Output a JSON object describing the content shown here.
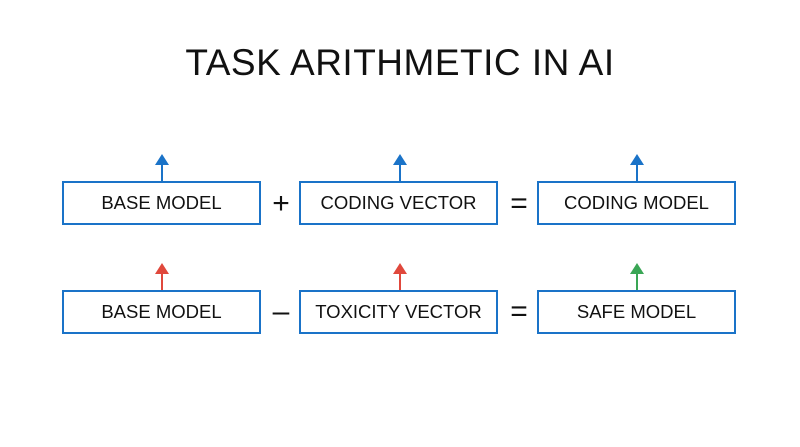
{
  "title": "TASK ARITHMETIC IN AI",
  "colors": {
    "box_border": "#1a73c8",
    "arrow_blue": "#1a73c8",
    "arrow_red": "#e0483c",
    "arrow_green": "#3aa655"
  },
  "rows": [
    {
      "boxes": [
        {
          "label": "BASE MODEL",
          "arrow_color": "blue"
        },
        {
          "label": "CODING VECTOR",
          "arrow_color": "blue"
        },
        {
          "label": "CODING MODEL",
          "arrow_color": "blue"
        }
      ],
      "operator": "+",
      "equals": "="
    },
    {
      "boxes": [
        {
          "label": "BASE MODEL",
          "arrow_color": "red"
        },
        {
          "label": "TOXICITY VECTOR",
          "arrow_color": "red"
        },
        {
          "label": "SAFE MODEL",
          "arrow_color": "green"
        }
      ],
      "operator": "–",
      "equals": "="
    }
  ]
}
